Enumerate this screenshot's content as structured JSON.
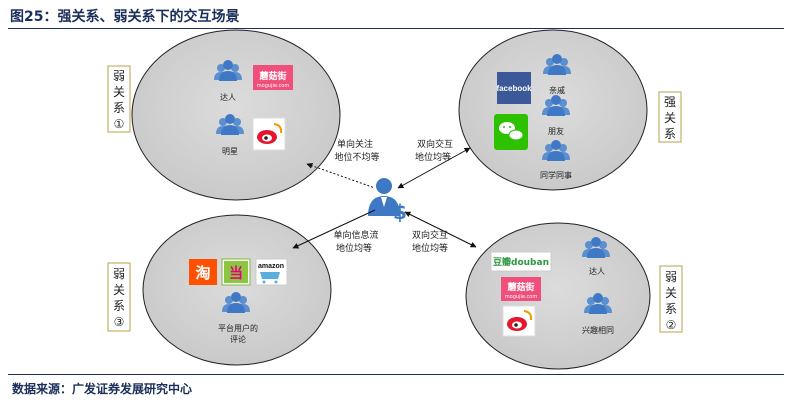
{
  "figure": {
    "title": "图25：强关系、弱关系下的交互场景",
    "source": "数据来源：广发证券发展研究中心"
  },
  "center": {
    "icon": "user-dollar-icon"
  },
  "groups": {
    "weak1": {
      "label": [
        "弱",
        "关",
        "系",
        "①"
      ],
      "items": [
        {
          "icon": "people-icon",
          "caption": "达人"
        },
        {
          "icon": "mogujie-logo",
          "logo_text": "蘑菇街",
          "logo_sub": "mogujie.com"
        },
        {
          "icon": "people-icon",
          "caption": "明星"
        },
        {
          "icon": "weibo-logo"
        }
      ]
    },
    "strong": {
      "label": [
        "强",
        "关",
        "系"
      ],
      "items": [
        {
          "icon": "facebook-logo",
          "logo_text": "facebook"
        },
        {
          "icon": "people-icon",
          "caption": "亲戚"
        },
        {
          "icon": "people-icon",
          "caption": "朋友"
        },
        {
          "icon": "wechat-logo"
        },
        {
          "icon": "people-icon",
          "caption": "同学同事"
        }
      ]
    },
    "weak3": {
      "label": [
        "弱",
        "关",
        "系",
        "③"
      ],
      "items": [
        {
          "icon": "taobao-logo",
          "logo_text": "淘"
        },
        {
          "icon": "dangdang-logo",
          "logo_text": "当"
        },
        {
          "icon": "amazon-logo",
          "logo_text": "amazon"
        },
        {
          "icon": "people-icon",
          "caption": [
            "平台用户的",
            "评论"
          ]
        }
      ]
    },
    "weak2": {
      "label": [
        "弱",
        "关",
        "系",
        "②"
      ],
      "items": [
        {
          "icon": "douban-logo",
          "logo_text": "豆瓣douban"
        },
        {
          "icon": "people-icon",
          "caption": "达人"
        },
        {
          "icon": "mogujie-logo",
          "logo_text": "蘑菇街",
          "logo_sub": "mogujie.com"
        },
        {
          "icon": "weibo-logo"
        },
        {
          "icon": "people-icon",
          "caption": "兴趣相同"
        }
      ]
    }
  },
  "links": {
    "weak1": [
      "单向关注",
      "地位不均等"
    ],
    "strong": [
      "双向交互",
      "地位均等"
    ],
    "weak3": [
      "单向信息流",
      "地位均等"
    ],
    "weak2": [
      "双向交互",
      "地位均等"
    ]
  }
}
